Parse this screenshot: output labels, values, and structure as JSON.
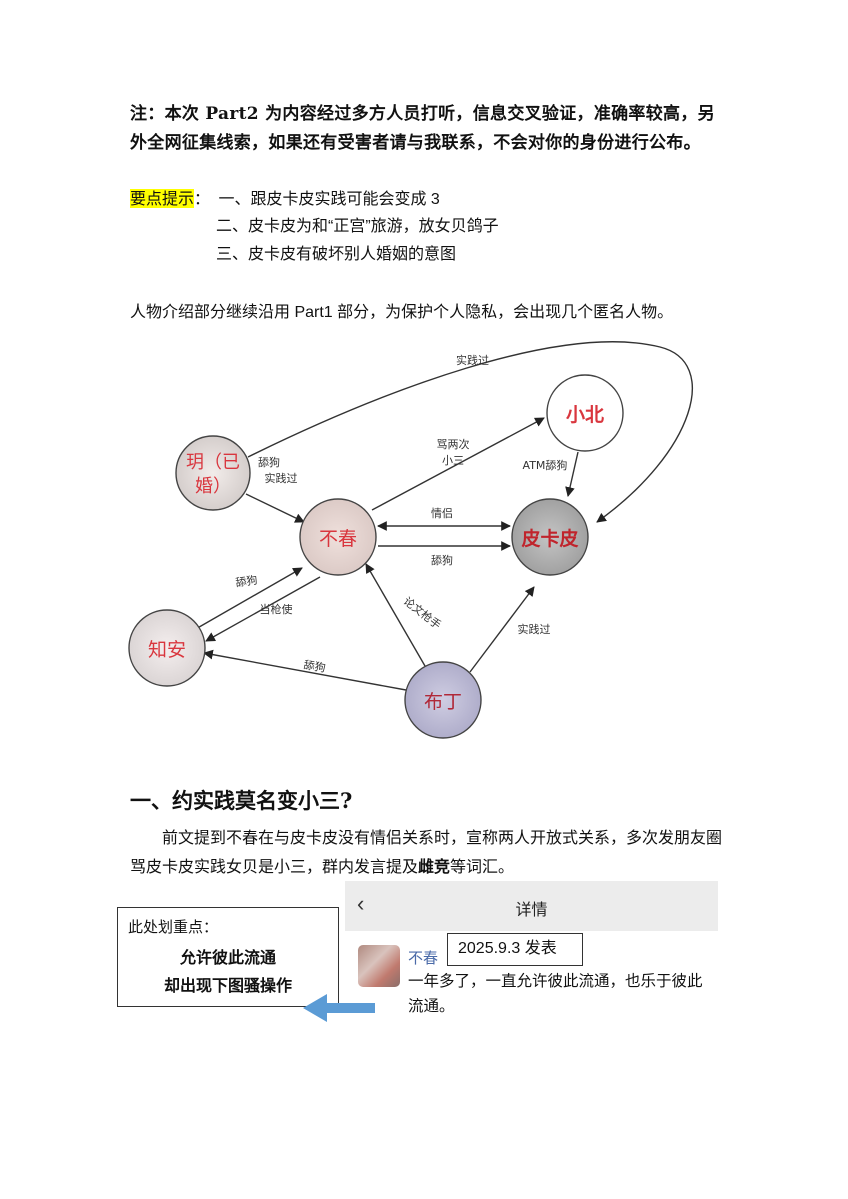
{
  "note": {
    "text": "注：本次 Part2 为内容经过多方人员打听，信息交叉验证，准确率较高，另外全网征集线索，如果还有受害者请与我联系，不会对你的身份进行公布。"
  },
  "key_points": {
    "label": "要点提示",
    "colon": "：",
    "items": [
      "一、跟皮卡皮实践可能会变成 3",
      "二、皮卡皮为和“正宫”旅游，放女贝鸽子",
      "三、皮卡皮有破坏别人婚姻的意图"
    ],
    "highlight_color": "#ffff00"
  },
  "intro": "人物介绍部分继续沿用 Part1 部分，为保护个人隐私，会出现几个匿名人物。",
  "diagram": {
    "nodes": [
      {
        "id": "yue",
        "label_line1": "玥（已",
        "label_line2": "婚）"
      },
      {
        "id": "buchun",
        "label": "不春"
      },
      {
        "id": "xiaobei",
        "label": "小北"
      },
      {
        "id": "pikapi",
        "label": "皮卡皮"
      },
      {
        "id": "zhian",
        "label": "知安"
      },
      {
        "id": "buding",
        "label": "布丁"
      }
    ],
    "edges": [
      {
        "from": "yue",
        "to": "pikapi",
        "label": "实践过"
      },
      {
        "from": "yue",
        "to": "buchun",
        "label_line1": "舔狗",
        "label_line2": "实践过"
      },
      {
        "from": "buchun",
        "to": "xiaobei",
        "label_line1": "骂两次",
        "label_line2": "小三"
      },
      {
        "from": "xiaobei",
        "to": "pikapi",
        "label": "ATM舔狗"
      },
      {
        "from": "buchun",
        "to": "pikapi",
        "label": "情侣",
        "bidirectional": true
      },
      {
        "from": "buchun",
        "to": "pikapi",
        "label": "舔狗"
      },
      {
        "from": "zhian",
        "to": "buchun",
        "label": "舔狗"
      },
      {
        "from": "buchun",
        "to": "zhian",
        "label": "当枪使"
      },
      {
        "from": "buding",
        "to": "buchun",
        "label": "论文枪手"
      },
      {
        "from": "buding",
        "to": "pikapi",
        "label": "实践过"
      },
      {
        "from": "buding",
        "to": "zhian",
        "label": "舔狗"
      }
    ],
    "label_color": "#d9363e"
  },
  "section": {
    "heading": "一、约实践莫名变小三?",
    "para_before": "前文提到不春在与皮卡皮没有情侣关系时，宣称两人开放式关系，多次发朋友圈骂皮卡皮实践女贝是小三，群内发言提及",
    "para_bold": "雌竞",
    "para_after": "等词汇。"
  },
  "callout": {
    "title": "此处划重点：",
    "line1": "允许彼此流通",
    "line2": "却出现下图骚操作",
    "arrow_color": "#5b9bd5"
  },
  "screenshot": {
    "back_icon": "‹",
    "title": "详情",
    "username": "不春",
    "date_label": "2025.9.3 发表",
    "post_text": "一年多了，一直允许彼此流通，也乐于彼此流通。"
  }
}
